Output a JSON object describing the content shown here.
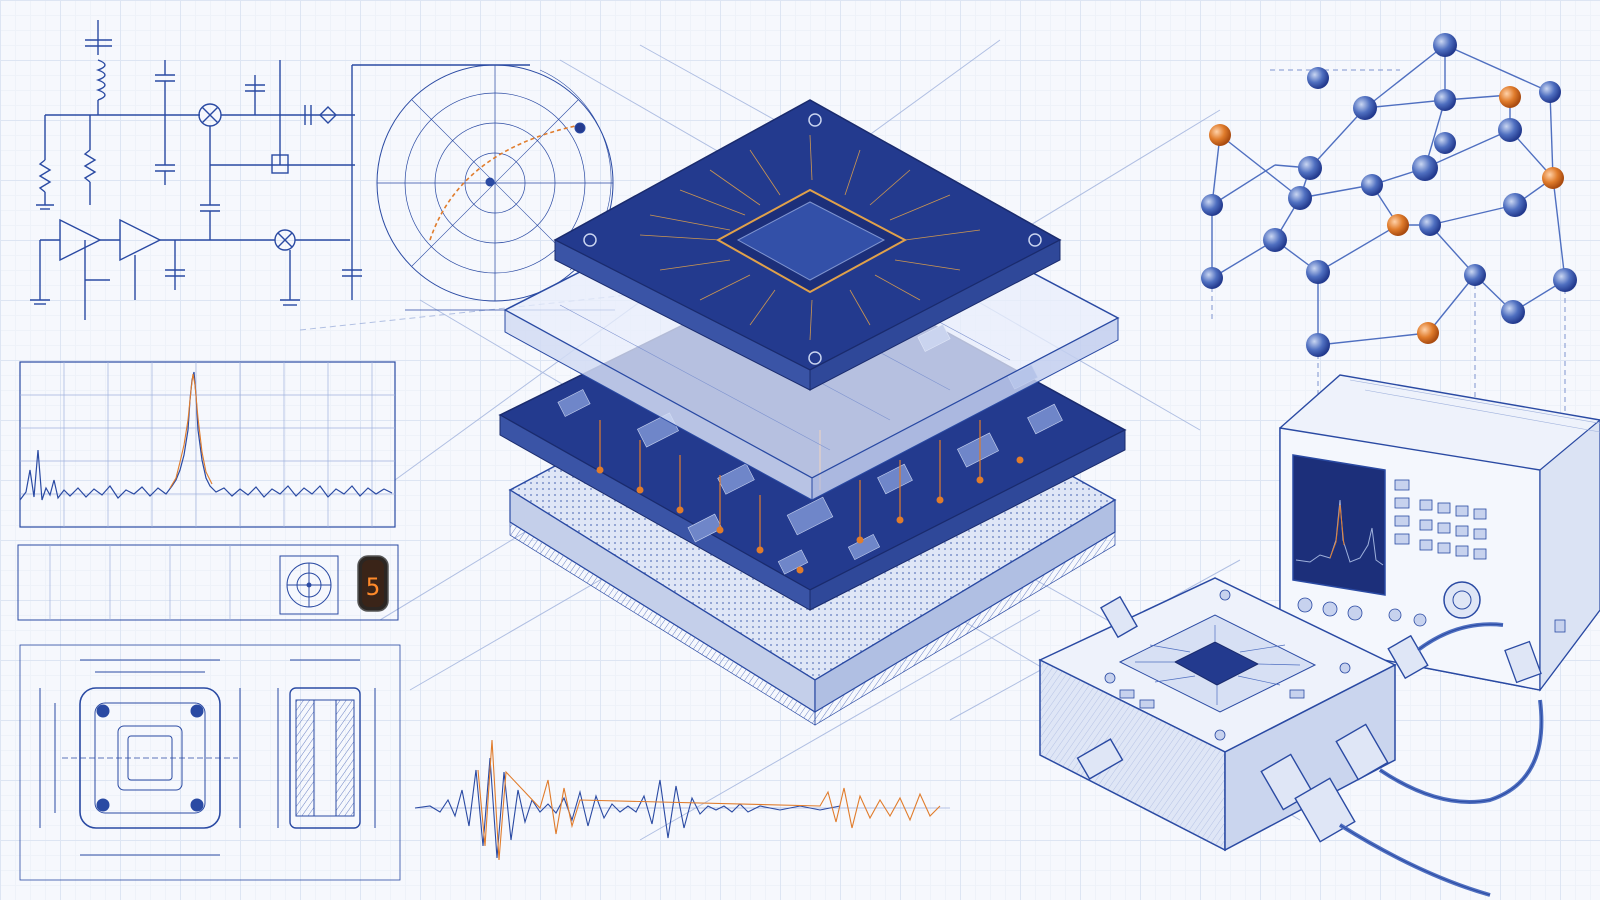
{
  "nixie_tube": {
    "digit": "5"
  },
  "colors": {
    "blueprint": "#2a4aa3",
    "dark_board": "#233a8e",
    "accent_orange": "#e07c2c",
    "background": "#f6f8fd"
  },
  "icon_names": [
    "circuit-schematic",
    "polar-plot",
    "spectrum-chart",
    "gauge-dial",
    "nixie-tube",
    "package-dimension-drawing",
    "chip-stack",
    "crystal-lattice",
    "spectrum-analyzer",
    "test-fixture",
    "waveform"
  ]
}
